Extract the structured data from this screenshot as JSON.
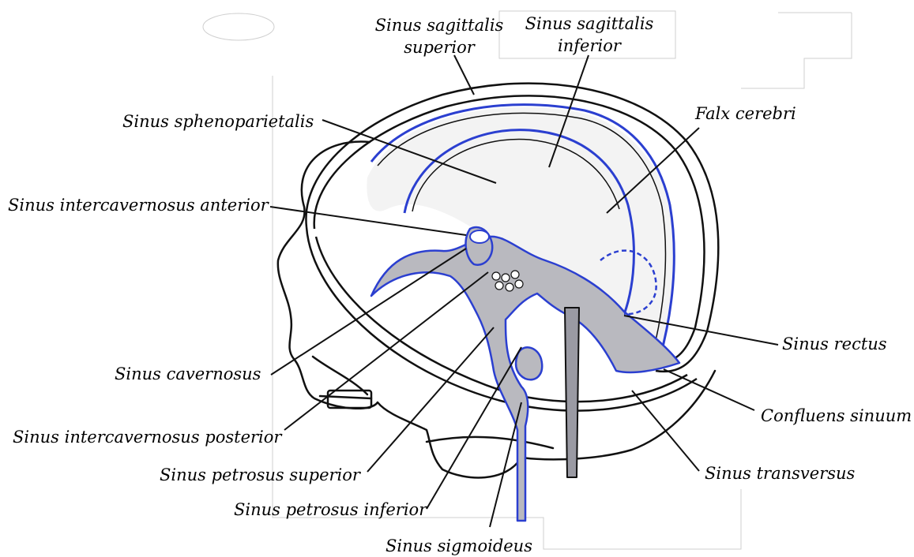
{
  "colors": {
    "ink": "#111111",
    "vessel_blue": "#2b3fd0",
    "vessel_fill": "#b9b9bf",
    "paper": "#ffffff"
  },
  "labels": {
    "sag_sup_1": "Sinus sagittalis",
    "sag_sup_2": "superior",
    "sag_inf_1": "Sinus sagittalis",
    "sag_inf_2": "inferior",
    "falx": "Falx cerebri",
    "spheno": "Sinus sphenoparietalis",
    "intercav_ant": "Sinus intercavernosus anterior",
    "cavernosus": "Sinus cavernosus",
    "intercav_post": "Sinus intercavernosus posterior",
    "petr_sup": "Sinus petrosus superior",
    "petr_inf": "Sinus petrosus inferior",
    "sigmoid": "Sinus sigmoideus",
    "rectus": "Sinus rectus",
    "confluens": "Confluens sinuum",
    "transversus": "Sinus transversus"
  }
}
